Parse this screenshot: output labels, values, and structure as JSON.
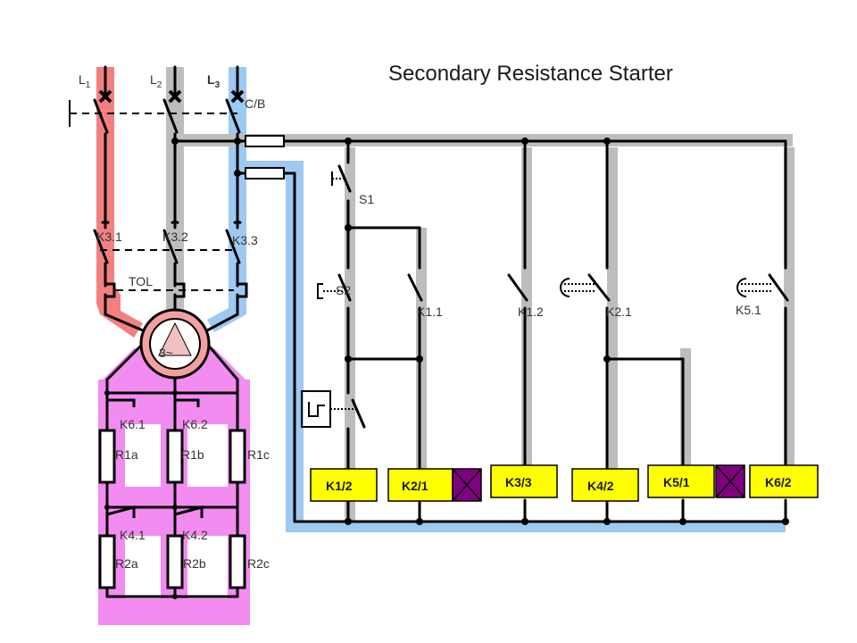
{
  "title": "Secondary Resistance Starter",
  "lines": {
    "l1": "L",
    "l1_sub": "1",
    "l2": "L",
    "l2_sub": "2",
    "l3": "L",
    "l3_sub": "3"
  },
  "breaker_label": "C/B",
  "contact_labels": {
    "k31": "K3.1",
    "k32": "K3.2",
    "k33": "K3.3",
    "tol": "TOL",
    "s1": "S1",
    "s2": "S2",
    "k11": "K1.1",
    "k12": "K1.2",
    "k21": "K2.1",
    "k51": "K5.1",
    "k61": "K6.1",
    "k62": "K6.2",
    "k41": "K4.1",
    "k42": "K4.2"
  },
  "motor_label": "3~",
  "resistors": {
    "r1a": "R1a",
    "r1b": "R1b",
    "r1c": "R1c",
    "r2a": "R2a",
    "r2b": "R2b",
    "r2c": "R2c"
  },
  "coils": [
    "K1/2",
    "K2/1",
    "K3/3",
    "K4/2",
    "K5/1",
    "K6/2"
  ],
  "colors": {
    "phase1": "#f28080",
    "phase2": "#bdbdbd",
    "phase3": "#9ec9f0",
    "rotor": "#f28cf0",
    "control": "#bdbdbd",
    "coil": "#ffff00",
    "timer": "#800080"
  }
}
